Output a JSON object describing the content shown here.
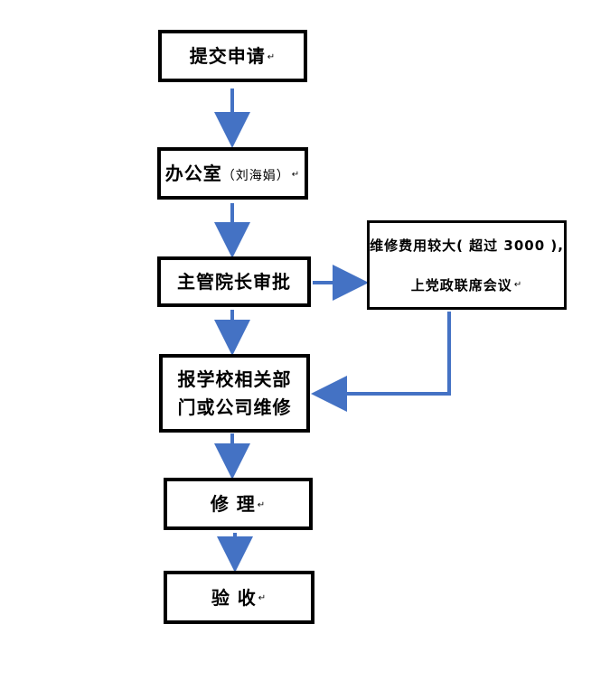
{
  "colors": {
    "arrow": "#4472C4",
    "box_border": "#000000",
    "background": "#FFFFFF"
  },
  "nodes": {
    "submit": {
      "label": "提交申请",
      "mark": "↵"
    },
    "office": {
      "label": "办公室",
      "note": "（刘海娟）",
      "mark": "↵"
    },
    "approve": {
      "label": "主管院长审批"
    },
    "meeting": {
      "line1": "维修费用较大( 超过 3000 ),",
      "line2": "上党政联席会议",
      "mark": "↵"
    },
    "report": {
      "line1": "报学校相关部",
      "line2": "门或公司维修"
    },
    "repair": {
      "label": "修  理",
      "mark": "↵"
    },
    "accept": {
      "label": "验    收",
      "mark": "↵"
    }
  }
}
